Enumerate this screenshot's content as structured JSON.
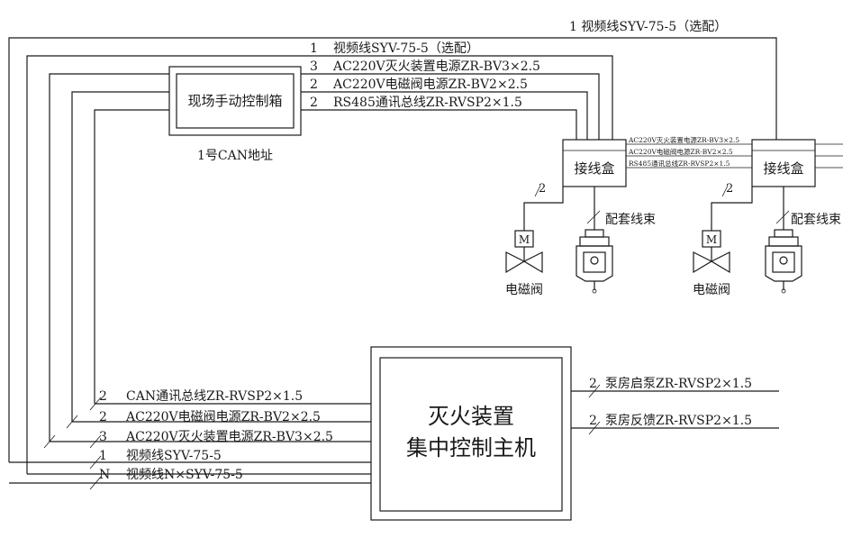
{
  "top": {
    "video_line_top_label": "1 视频线SYV-75-5（选配）"
  },
  "manual_box": {
    "title": "现场手动控制箱",
    "can_address": "1号CAN地址",
    "lines": [
      {
        "count": "1",
        "label": "视频线SYV-75-5（选配）"
      },
      {
        "count": "3",
        "label": "AC220V灭火装置电源ZR-BV3×2.5"
      },
      {
        "count": "2",
        "label": "AC220V电磁阀电源ZR-BV2×2.5"
      },
      {
        "count": "2",
        "label": "RS485通讯总线ZR-RVSP2×1.5"
      }
    ]
  },
  "junction_boxes": [
    {
      "label": "接线盒"
    },
    {
      "label": "接线盒"
    }
  ],
  "small_lines": [
    "AC220V灭火装置电源ZR-BV3×2.5",
    "AC220V电磁阀电源ZR-BV2×2.5",
    "RS485通讯总线ZR-RVSP2×1.5"
  ],
  "devices": {
    "valve_label": "电磁阀",
    "valve_count": "2",
    "valve_symbol": "M",
    "harness_label": "配套线束",
    "harness_label_cut": "配套线束"
  },
  "host": {
    "line1": "灭火装置",
    "line2": "集中控制主机"
  },
  "host_left_lines": [
    {
      "count": "2",
      "label": "CAN通讯总线ZR-RVSP2×1.5"
    },
    {
      "count": "2",
      "label": "AC220V电磁阀电源ZR-BV2×2.5"
    },
    {
      "count": "3",
      "label": "AC220V灭火装置电源ZR-BV3×2.5"
    },
    {
      "count": "1",
      "label": "视频线SYV-75-5"
    },
    {
      "count": "N",
      "label": "视频线N×SYV-75-5"
    }
  ],
  "host_right_lines": [
    {
      "count": "2",
      "label": "泵房启泵ZR-RVSP2×1.5"
    },
    {
      "count": "2",
      "label": "泵房反馈ZR-RVSP2×1.5"
    }
  ]
}
